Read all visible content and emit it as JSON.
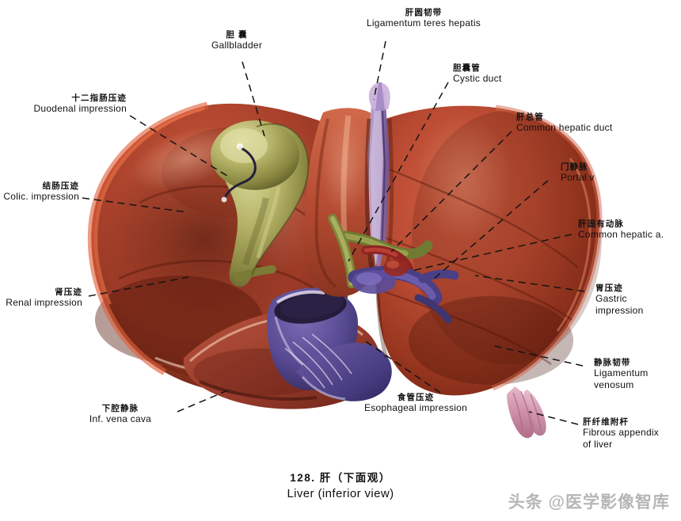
{
  "figure": {
    "caption_cn": "128.  肝（下面观）",
    "caption_en": "Liver (inferior view)",
    "watermark": "头条 @医学影像智库",
    "subject": "liver-inferior-view-anatomical-plate"
  },
  "palette": {
    "liver_light": "#c5543a",
    "liver_mid": "#a8402c",
    "liver_dark": "#7d2a1d",
    "liver_deep": "#561a12",
    "left_lobe": "#b4432f",
    "right_lobe": "#9e3a28",
    "gallbladder_light": "#c9c87e",
    "gallbladder_mid": "#9d9a4e",
    "gallbladder_dark": "#6d6a30",
    "vein_blue": "#5b4f96",
    "vein_blue_dark": "#3c3470",
    "vessel_pink": "#d79ab0",
    "vessel_purple": "#8b6fa8",
    "artery_red": "#a62a2a",
    "leader_line": "#151515",
    "text": "#111111",
    "background": "#ffffff"
  },
  "labels": [
    {
      "id": "gallbladder",
      "cn": "胆  囊",
      "en": "Gallbladder"
    },
    {
      "id": "ligamentum-teres",
      "cn": "肝圆韧带",
      "en": "Ligamentum teres hepatis"
    },
    {
      "id": "cystic-duct",
      "cn": "胆囊管",
      "en": "Cystic duct"
    },
    {
      "id": "common-hepatic-duct",
      "cn": "肝总管",
      "en": "Common hepatic duct"
    },
    {
      "id": "portal-vein",
      "cn": "门静脉",
      "en": "Portal v"
    },
    {
      "id": "common-hepatic-a",
      "cn": "肝固有动脉",
      "en": "Common hepatic a."
    },
    {
      "id": "gastric-impression",
      "cn": "胃压迹",
      "en_line1": "Gastric",
      "en_line2": "impression"
    },
    {
      "id": "ligamentum-venosum",
      "cn": "静脉韧带",
      "en_line1": "Ligamentum",
      "en_line2": "venosum"
    },
    {
      "id": "fibrous-appendix",
      "cn": "肝纤维附杆",
      "en_line1": "Fibrous appendix",
      "en_line2": "of liver"
    },
    {
      "id": "esophageal-impression",
      "cn": "食管压迹",
      "en": "Esophageal impression"
    },
    {
      "id": "inferior-vena-cava",
      "cn": "下腔静脉",
      "en": "Inf. vena cava"
    },
    {
      "id": "renal-impression",
      "cn": "肾压迹",
      "en": "Renal impression"
    },
    {
      "id": "colic-impression",
      "cn": "结肠压迹",
      "en": "Colic. impression"
    },
    {
      "id": "duodenal-impression",
      "cn": "十二指肠压迹",
      "en": "Duodenal impression"
    }
  ]
}
